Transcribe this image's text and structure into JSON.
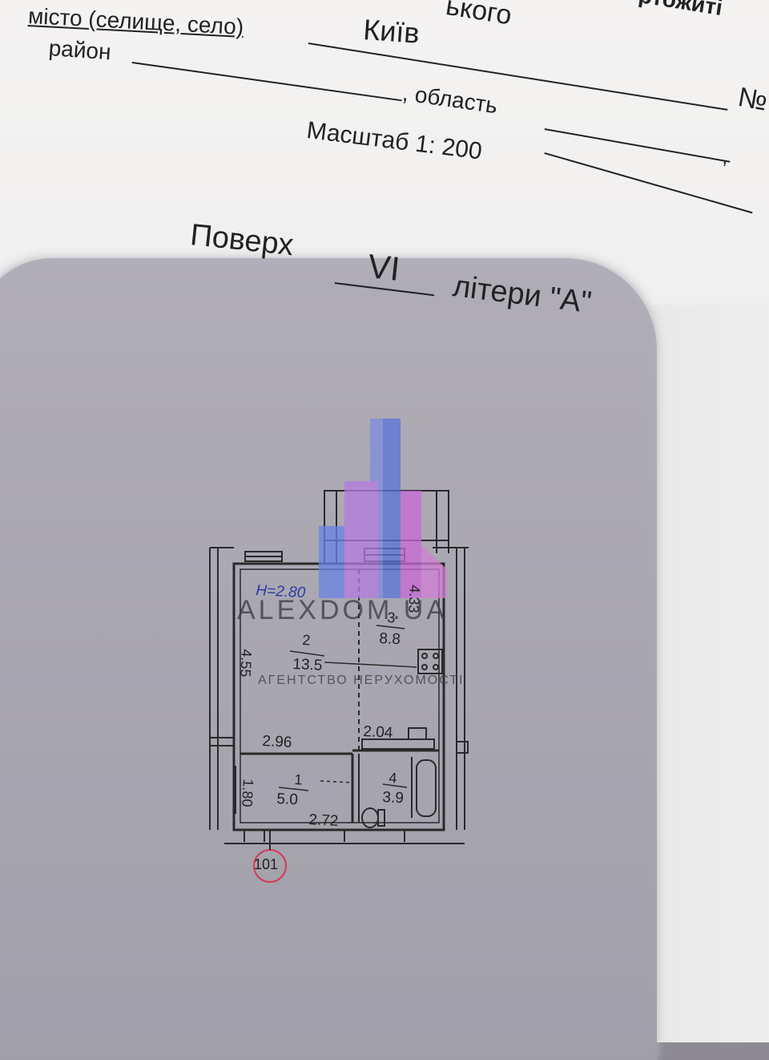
{
  "header": {
    "top_fragment_1": "ького",
    "top_fragment_2": "ртожиті",
    "city_label": "місто (селище, село)",
    "city_value": "Київ",
    "district_label": "район",
    "region_label": ", область",
    "number_sign": "№",
    "scale_label": "Масштаб 1: 200",
    "comma": ","
  },
  "floor": {
    "label_floor": "Поверх",
    "floor_value": "VI",
    "label_letter": "літери \"А\""
  },
  "watermark": {
    "brand": "ALEXDOM.UA",
    "tagline": "АГЕНТСТВО НЕРУХОМОСТІ",
    "colors": {
      "blue": "#5a73d8",
      "pink": "#c86ad6"
    }
  },
  "plan": {
    "height_label": "H=2.80",
    "rooms": [
      {
        "number": "1",
        "area": "5.0"
      },
      {
        "number": "2",
        "area": "13.5"
      },
      {
        "number": "3",
        "area": "8.8"
      },
      {
        "number": "4",
        "area": "3.9"
      }
    ],
    "dimensions": {
      "d_433": "4.33",
      "d_455": "4.55",
      "d_296": "2.96",
      "d_204": "2.04",
      "d_180": "1.80",
      "d_272": "2.72"
    },
    "apartment_number": "101",
    "colors": {
      "height_label": "#2a3aa8",
      "circle": "#d23a55"
    }
  }
}
